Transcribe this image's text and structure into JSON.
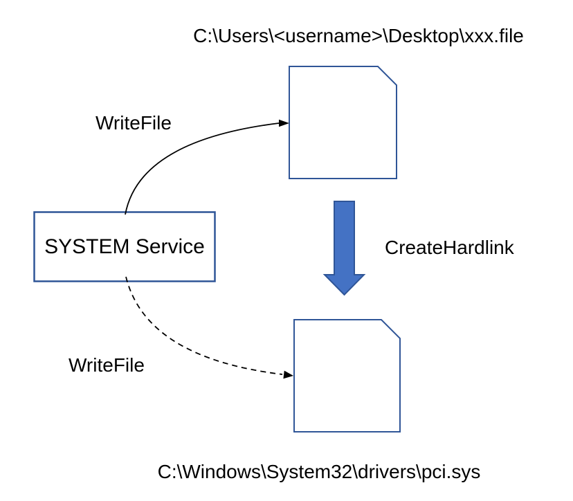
{
  "colors": {
    "background": "#FFFFFF",
    "shape_border": "#2F5597",
    "block_arrow_fill": "#4472C4",
    "block_arrow_border": "#2F5597",
    "connector": "#000000",
    "text": "#000000"
  },
  "nodes": {
    "top_file": {
      "path_label": "C:\\Users\\<username>\\Desktop\\xxx.file",
      "icon": "document-icon"
    },
    "system_service": {
      "label": "SYSTEM Service"
    },
    "bottom_file": {
      "path_label": "C:\\Windows\\System32\\drivers\\pci.sys",
      "icon": "document-icon"
    }
  },
  "edges": {
    "writefile_top": {
      "label": "WriteFile",
      "style": "solid-curved-arrow"
    },
    "create_hardlink": {
      "label": "CreateHardlink",
      "style": "thick-block-arrow-down"
    },
    "writefile_bottom": {
      "label": "WriteFile",
      "style": "dashed-curved-arrow"
    }
  }
}
